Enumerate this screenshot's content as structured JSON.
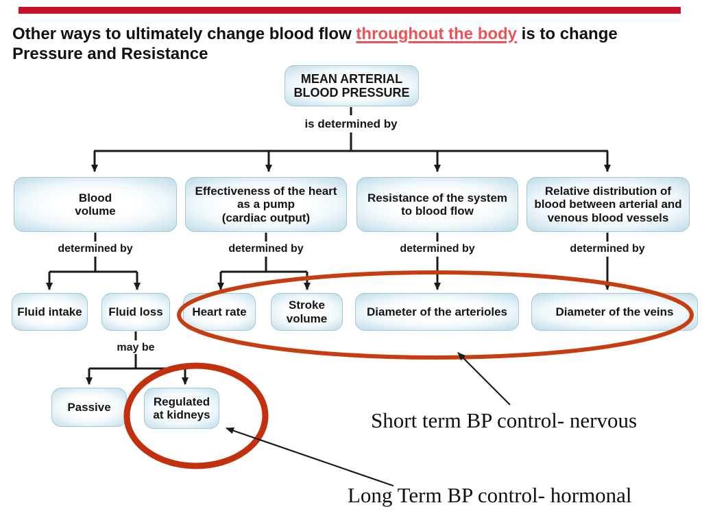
{
  "top_bar": {
    "color": "#c8102e"
  },
  "title": {
    "pre": "Other ways to ultimately change blood flow ",
    "highlight": "throughout the body",
    "highlight_color": "#ef5156",
    "post": " is to change",
    "line2": "Pressure and Resistance"
  },
  "diagram": {
    "root_label": "MEAN ARTERIAL\nBLOOD PRESSURE",
    "root_connector_label": "is determined by",
    "determined_by_label": "determined by",
    "may_be_label": "may be",
    "line_color": "#1a1a1a",
    "ellipse_color": "#c63e10",
    "small_ellipse_color": "#c2300d",
    "level1": [
      {
        "label": "Blood\nvolume"
      },
      {
        "label": "Effectiveness of the heart\nas a pump\n(cardiac output)"
      },
      {
        "label": "Resistance of the system\nto blood flow"
      },
      {
        "label": "Relative distribution of\nblood between arterial and\nvenous blood vessels"
      }
    ],
    "level2": [
      {
        "label": "Fluid intake"
      },
      {
        "label": "Fluid loss"
      },
      {
        "label": "Heart rate"
      },
      {
        "label": "Stroke\nvolume"
      },
      {
        "label": "Diameter of the arterioles"
      },
      {
        "label": "Diameter of the veins"
      }
    ],
    "level3": [
      {
        "label": "Passive"
      },
      {
        "label": "Regulated\nat kidneys"
      }
    ]
  },
  "annotations": {
    "short_term": "Short term BP control- nervous",
    "long_term": "Long Term BP control- hormonal"
  }
}
